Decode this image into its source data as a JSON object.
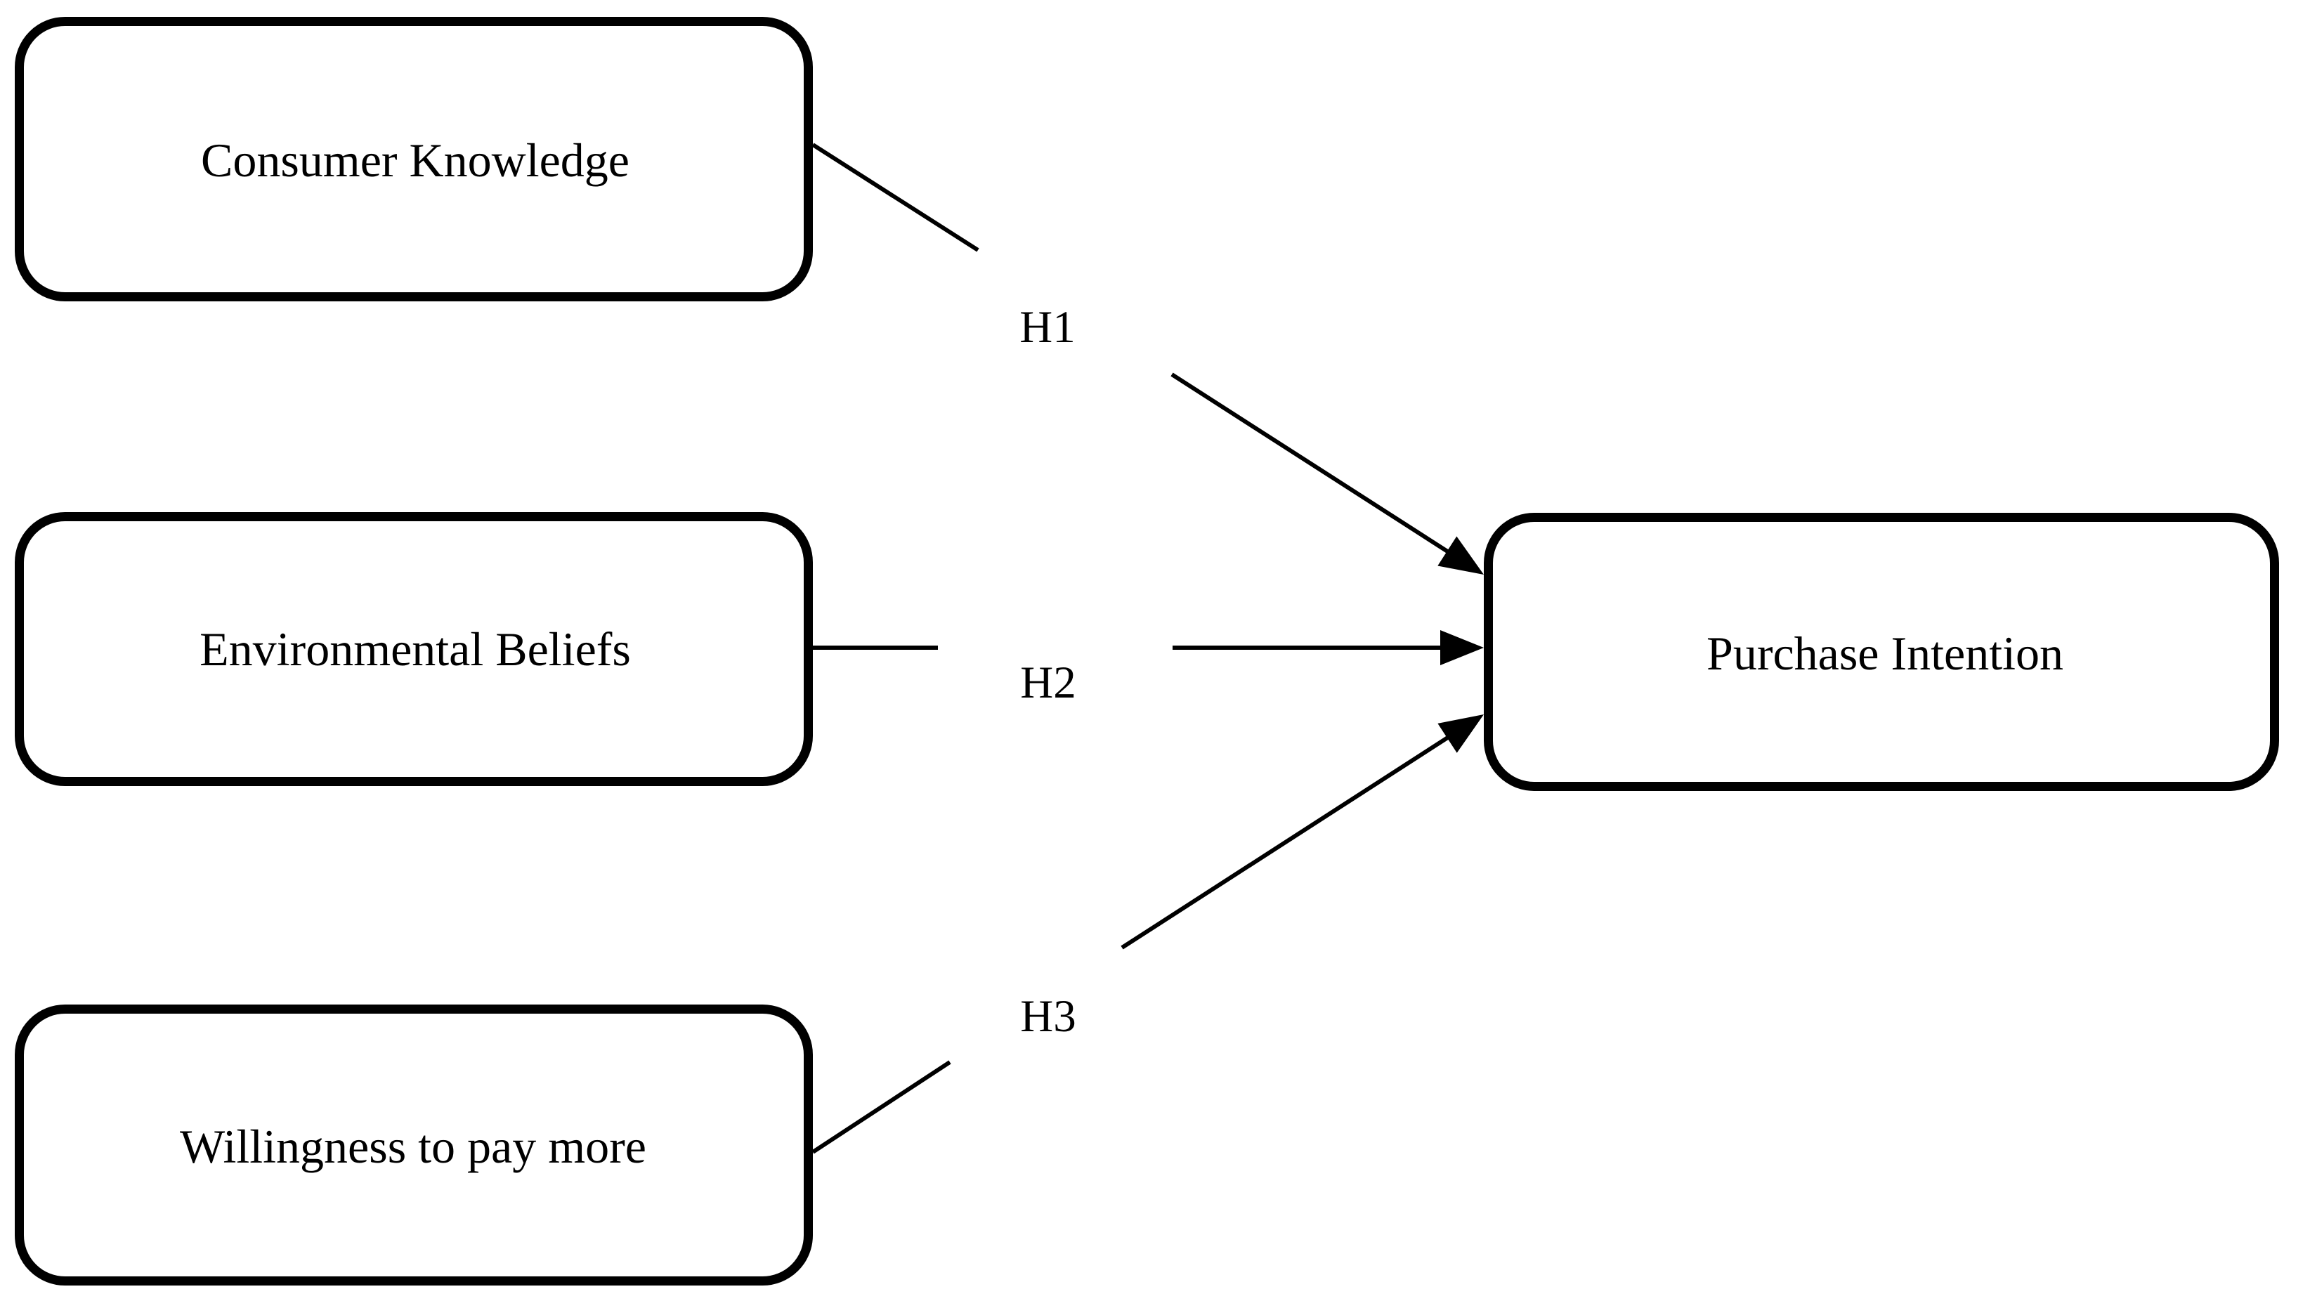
{
  "diagram": {
    "type": "conceptual-model",
    "background": "#ffffff",
    "stroke_color": "#000000",
    "box_fill": "#ffffff",
    "nodes": {
      "consumer_knowledge": {
        "label": "Consumer Knowledge"
      },
      "environmental_beliefs": {
        "label": "Environmental Beliefs"
      },
      "willingness_to_pay_more": {
        "label": "Willingness to pay more"
      },
      "purchase_intention": {
        "label": "Purchase Intention"
      }
    },
    "edges": [
      {
        "label": "H1",
        "from": "Consumer Knowledge",
        "to": "Purchase Intention"
      },
      {
        "label": "H2",
        "from": "Environmental Beliefs",
        "to": "Purchase Intention"
      },
      {
        "label": "H3",
        "from": "Willingness to pay more",
        "to": "Purchase Intention"
      }
    ]
  }
}
